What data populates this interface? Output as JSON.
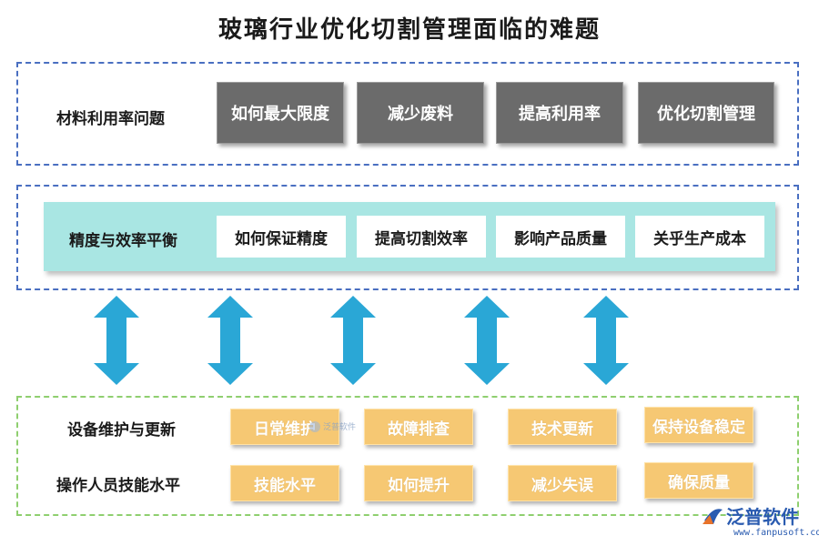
{
  "title": "玻璃行业优化切割管理面临的难题",
  "section1": {
    "label": "材料利用率问题",
    "items": [
      "如何最大限度",
      "减少废料",
      "提高利用率",
      "优化切割管理"
    ]
  },
  "section2": {
    "label": "精度与效率平衡",
    "items": [
      "如何保证精度",
      "提高切割效率",
      "影响产品质量",
      "关乎生产成本"
    ]
  },
  "section3": {
    "row1_label": "设备维护与更新",
    "row1_items": [
      "日常维护",
      "故障排查",
      "技术更新",
      "保持设备稳定"
    ],
    "row2_label": "操作人员技能水平",
    "row2_items": [
      "技能水平",
      "如何提升",
      "减少失误",
      "确保质量"
    ]
  },
  "watermark": "泛普软件",
  "logo": {
    "brand": "泛普软件",
    "url": "www.fanpusoft.com"
  },
  "colors": {
    "dashed_blue": "#4a6fc1",
    "dashed_green": "#8fcf6f",
    "gray_box": "#6b6b6b",
    "teal_band": "#a9e6e3",
    "gold_box": "#f6c873",
    "arrow": "#2aa7d6"
  }
}
